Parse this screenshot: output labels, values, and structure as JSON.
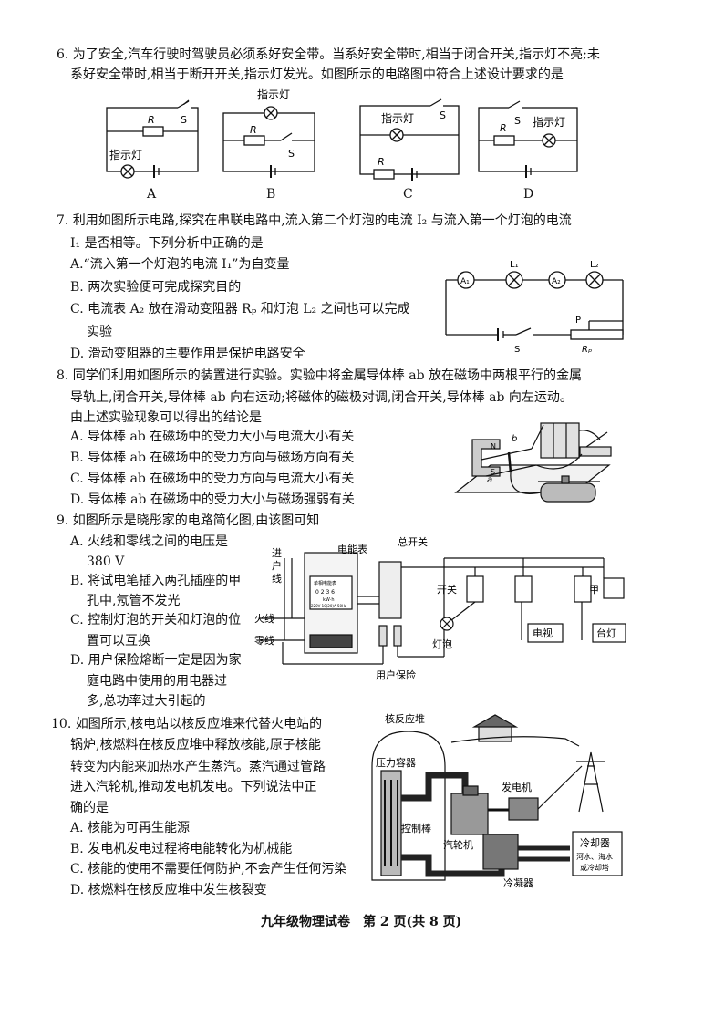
{
  "q6": {
    "line1": "6. 为了安全,汽车行驶时驾驶员必须系好安全带。当系好安全带时,相当于闭合开关,指示灯不亮;未",
    "line2": "系好安全带时,相当于断开开关,指示灯发光。如图所示的电路图中符合上述设计要求的是",
    "lamp_label": "指示灯",
    "r_label": "R",
    "s_label": "S",
    "options": [
      "A",
      "B",
      "C",
      "D"
    ]
  },
  "q7": {
    "line1": "7. 利用如图所示电路,探究在串联电路中,流入第二个灯泡的电流 I₂ 与流入第一个灯泡的电流",
    "line2": "I₁ 是否相等。下列分析中正确的是",
    "optA": "A.“流入第一个灯泡的电流 I₁”为自变量",
    "optB": "B. 两次实验便可完成探究目的",
    "optC1": "C. 电流表 A₂ 放在滑动变阻器 Rₚ 和灯泡 L₂ 之间也可以完成",
    "optC2": "实验",
    "optD": "D. 滑动变阻器的主要作用是保护电路安全",
    "fig": {
      "a1": "A₁",
      "l1": "L₁",
      "a2": "A₂",
      "l2": "L₂",
      "p": "P",
      "s": "S",
      "rp": "Rₚ"
    }
  },
  "q8": {
    "line1": "8. 同学们利用如图所示的装置进行实验。实验中将金属导体棒 ab 放在磁场中两根平行的金属",
    "line2": "导轨上,闭合开关,导体棒 ab 向右运动;将磁体的磁极对调,闭合开关,导体棒 ab 向左运动。",
    "line3": "由上述实验现象可以得出的结论是",
    "optA": "A. 导体棒 ab 在磁场中的受力大小与电流大小有关",
    "optB": "B. 导体棒 ab 在磁场中的受力方向与磁场方向有关",
    "optC": "C. 导体棒 ab 在磁场中的受力方向与电流大小有关",
    "optD": "D. 导体棒 ab 在磁场中的受力大小与磁场强弱有关",
    "fig": {
      "a": "a",
      "b": "b",
      "n": "N",
      "s": "S"
    }
  },
  "q9": {
    "line1": "9. 如图所示是晓彤家的电路简化图,由该图可知",
    "optA1": "A. 火线和零线之间的电压是",
    "optA2": "380 V",
    "optB1": "B. 将试电笔插入两孔插座的甲",
    "optB2": "孔中,氖管不发光",
    "optC1": "C. 控制灯泡的开关和灯泡的位",
    "optC2": "置可以互换",
    "optD1": "D. 用户保险熔断一定是因为家",
    "optD2": "庭电路中使用的用电器过",
    "optD3": "多,总功率过大引起的",
    "fig": {
      "inlet": [
        "进",
        "户",
        "线"
      ],
      "meter": "电能表",
      "main_switch": "总开关",
      "live": "火线",
      "neutral": "零线",
      "switch": "开关",
      "lamp": "灯泡",
      "tv": "电视",
      "desk_lamp": "台灯",
      "jia": "甲",
      "fuse": "用户保险",
      "meter_title": "单相电能表",
      "meter_digits": "0 2 3 6",
      "meter_unit": "kW·h",
      "meter_spec": "220V 10(20)A 50Hz"
    }
  },
  "q10": {
    "line1": "10. 如图所示,核电站以核反应堆来代替火电站的",
    "line2": "锅炉,核燃料在核反应堆中释放核能,原子核能",
    "line3": "转变为内能来加热水产生蒸汽。蒸汽通过管路",
    "line4": "进入汽轮机,推动发电机发电。下列说法中正",
    "line5": "确的是",
    "optA": "A. 核能为可再生能源",
    "optB": "B. 发电机发电过程将电能转化为机械能",
    "optC": "C. 核能的使用不需要任何防护,不会产生任何污染",
    "optD": "D. 核燃料在核反应堆中发生核裂变",
    "fig": {
      "reactor": "核反应堆",
      "pressure": "压力容器",
      "rods": "控制棒",
      "turbine": "汽轮机",
      "generator": "发电机",
      "condenser": "冷凝器",
      "cooler": "冷却器",
      "cooler_note1": "河水、海水",
      "cooler_note2": "或冷却塔"
    }
  },
  "footer": "九年级物理试卷　第 2 页(共 8 页)"
}
